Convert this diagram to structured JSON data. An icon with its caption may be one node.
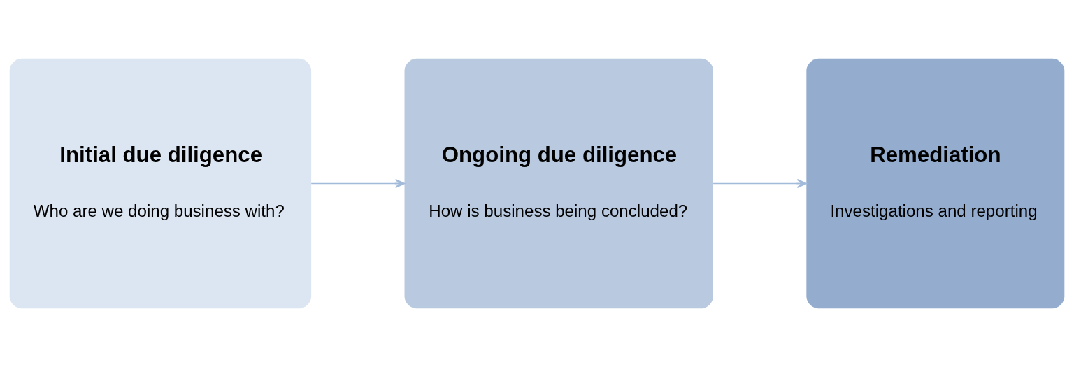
{
  "diagram": {
    "nodes": [
      {
        "text": [
          "Initial due diligence",
          "Who are we doing business with?"
        ]
      },
      {
        "text": [
          "Ongoing due diligence",
          "How is business being concluded?"
        ]
      },
      {
        "text": [
          "Remediation",
          "Investigations and reporting"
        ]
      }
    ],
    "edges": [
      {
        "from": 0,
        "to": 1,
        "arrow": "to"
      },
      {
        "from": 1,
        "to": 2,
        "arrow": "to"
      }
    ]
  }
}
